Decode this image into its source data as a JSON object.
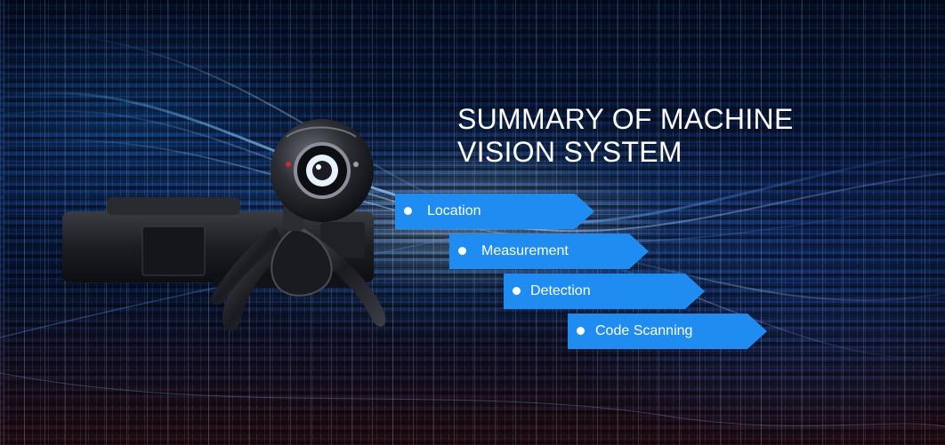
{
  "banner": {
    "title_line1": "SUMMARY OF MACHINE",
    "title_line2": "VISION SYSTEM",
    "features": [
      {
        "label": "Location"
      },
      {
        "label": "Measurement"
      },
      {
        "label": "Detection"
      },
      {
        "label": "Code Scanning"
      }
    ],
    "colors": {
      "accent": "#1e8cf0",
      "background": "#0b2150",
      "text": "#ffffff"
    },
    "image": {
      "subject": "webcam-icon"
    }
  }
}
